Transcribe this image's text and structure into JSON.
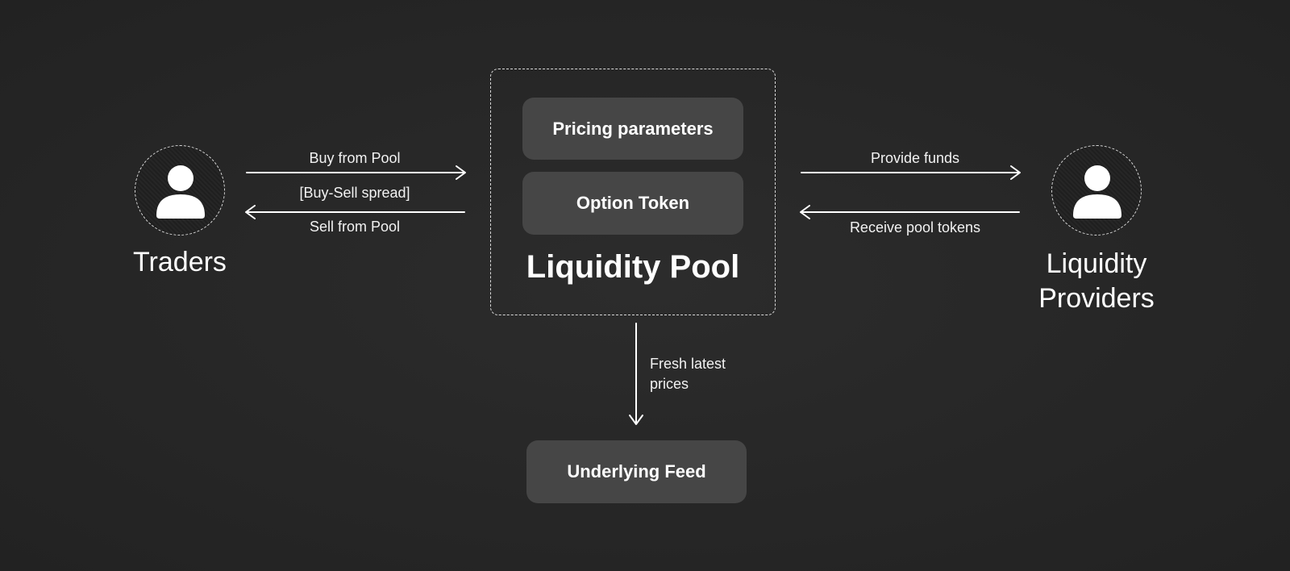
{
  "traders": {
    "label": "Traders",
    "icon": "user-icon"
  },
  "providers": {
    "label_line1": "Liquidity",
    "label_line2": "Providers",
    "icon": "user-icon"
  },
  "pool": {
    "title": "Liquidity Pool",
    "pricing_parameters": "Pricing parameters",
    "option_token": "Option Token"
  },
  "trader_flows": {
    "buy": "Buy from Pool",
    "spread": "[Buy-Sell spread]",
    "sell": "Sell from Pool"
  },
  "provider_flows": {
    "provide": "Provide funds",
    "receive": "Receive pool tokens"
  },
  "feed": {
    "flow_line1": "Fresh latest",
    "flow_line2": "prices",
    "label": "Underlying Feed"
  },
  "colors": {
    "background": "#262626",
    "pill": "#464646",
    "stroke": "#ffffff"
  }
}
